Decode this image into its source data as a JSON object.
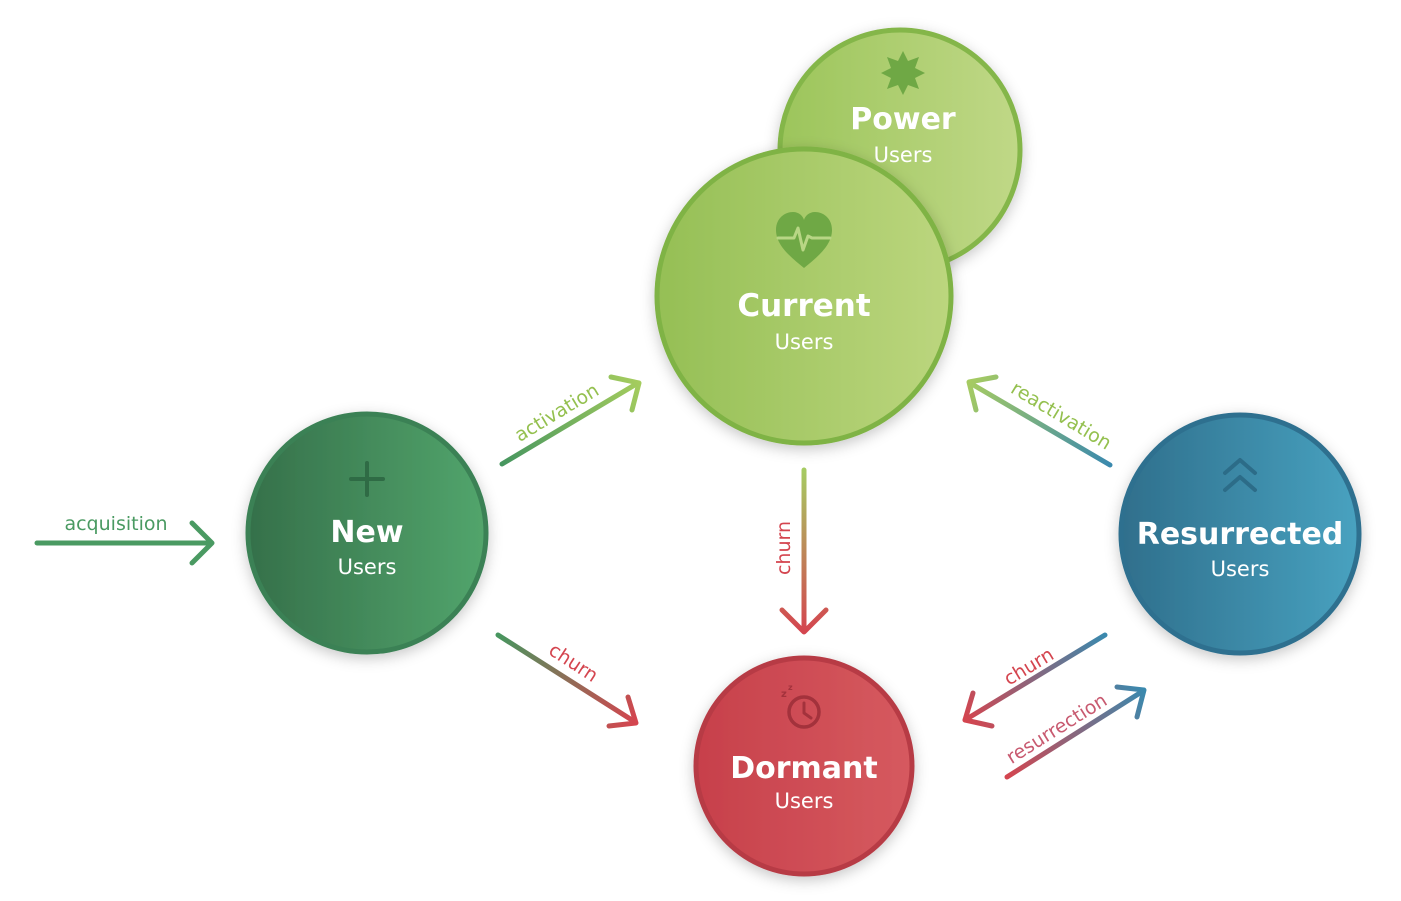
{
  "colors": {
    "new": "#3f8f5e",
    "current": "#a9cc6a",
    "power": "#b7d47c",
    "dormant": "#cf4c55",
    "resurrected": "#3a86a6"
  },
  "nodes": {
    "new": {
      "title": "New",
      "sub": "Users",
      "icon": "plus-icon"
    },
    "current": {
      "title": "Current",
      "sub": "Users",
      "icon": "heartbeat-icon"
    },
    "power": {
      "title": "Power",
      "sub": "Users",
      "icon": "starburst-icon"
    },
    "dormant": {
      "title": "Dormant",
      "sub": "Users",
      "icon": "sleeping-clock-icon"
    },
    "resurrected": {
      "title": "Resurrected",
      "sub": "Users",
      "icon": "double-chevron-up-icon"
    }
  },
  "edges": {
    "acquisition": "acquisition",
    "activation": "activation",
    "reactivation": "reactivation",
    "churn_current": "churn",
    "churn_new": "churn",
    "churn_resurrected": "churn",
    "resurrection": "resurrection"
  }
}
